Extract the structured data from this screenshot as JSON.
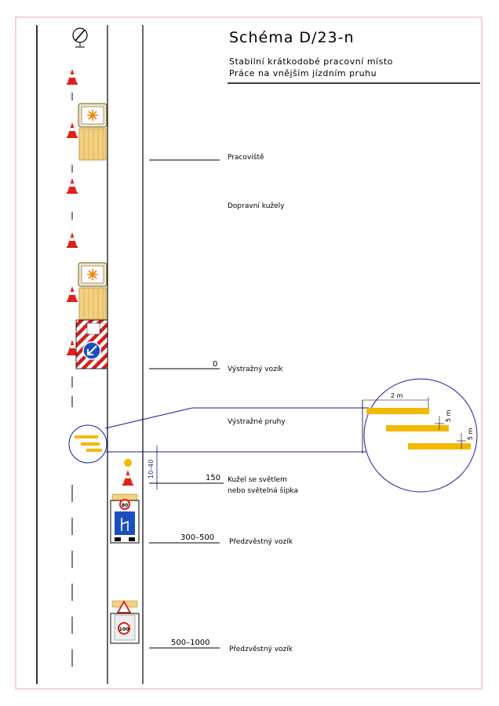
{
  "title": "Schéma D/23-n",
  "subtitle_line1": "Stabilní krátkodobé pracovní místo",
  "subtitle_line2": "Práce na vnějším jízdním pruhu",
  "labels": {
    "worksite": "Pracoviště",
    "cones": "Dopravní kužely",
    "warning_trailer": "Výstražný vozík",
    "warning_stripes": "Výstražné pruhy",
    "cone_light_1": "Kužel se světlem",
    "cone_light_2": "nebo světelná šipka",
    "advance_trailer_1": "Předzvěstný vozík",
    "advance_trailer_2": "Předzvěstný vozík"
  },
  "distances": {
    "d0": "0",
    "d150": "150",
    "d300": "300–500",
    "d500": "500–1000",
    "gap": "10–40"
  },
  "detail": {
    "width": "2 m",
    "gap1": "5 m",
    "gap2": "5 m"
  },
  "signs": {
    "speed_limit_1": "80",
    "speed_limit_2": "100"
  },
  "colors": {
    "frame": "#e8a0d0",
    "cone_red": "#e0201c",
    "stripe_yellow": "#f5b800",
    "vehicle_yellow": "#f5d080",
    "sign_blue": "#1a4fc0",
    "callout_blue": "#1a1aa0"
  }
}
